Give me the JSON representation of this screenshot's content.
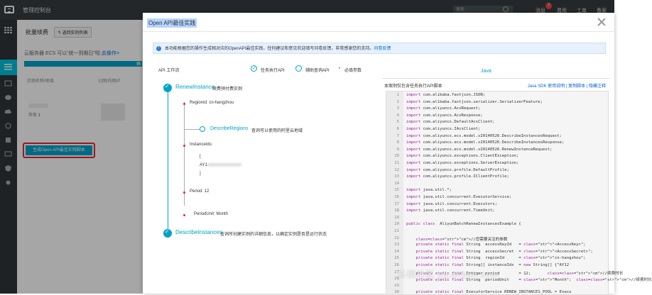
{
  "topbar": {
    "title": "管理控制台",
    "search_placeholder": "搜索",
    "badge": "7",
    "nav": [
      "消息",
      "费用",
      "工单",
      "备案"
    ]
  },
  "bg": {
    "tab": "批量续费",
    "back": "↰ 返回实例列表",
    "notice_prefix": "云服务器 ECS 可以“统一到期日”啦,",
    "notice_link": "去操作>",
    "bar_text": "确",
    "col1": "实例名称/地域",
    "col2": "公网/内网IP",
    "region": "华东 1",
    "gen_button": "生成Open API最佳实践脚本"
  },
  "modal": {
    "title": "Open API最佳实践",
    "info_text": "本功能根据您的操作生成相对应的OpenAPI最佳实践，任何建议和意见欢迎填写问卷反馈，非常感谢您的支持。",
    "info_link": "问卷反馈",
    "flow_label": "API 工作流",
    "legend": {
      "required": "任务执行API",
      "optional": "辅助查询API",
      "must": "必填参数"
    },
    "flow": {
      "renew_name": "RenewInstance",
      "renew_desc": "续费预付费实例",
      "region_param": "RegionId: cn-hangzhou",
      "describe_regions": "DescribeRegions",
      "describe_regions_desc": "查询可以使用的阿里云地域",
      "instance_ids": "InstanceIds:",
      "bracket_open": "[",
      "instance_id_value": "AY1",
      "bracket_close": "]",
      "period": "Period: 12",
      "period_unit": "PeriodUnit: Month",
      "describe_instances": "DescribeInstances",
      "describe_instances_desc": "查询所创建实例的详细信息，以确定实例是否是运行状态"
    },
    "code": {
      "tab": "Java",
      "title": "本案例仅包含任务执行API脚本",
      "links": [
        "Java SDK 使用说明",
        "复制脚本",
        "隐藏注释"
      ],
      "lines": [
        "import com.alibaba.fastjson.JSON;",
        "import com.alibaba.fastjson.serializer.SerializerFeature;",
        "import com.aliyuncs.AcsRequest;",
        "import com.aliyuncs.AcsResponse;",
        "import com.aliyuncs.DefaultAcsClient;",
        "import com.aliyuncs.IAcsClient;",
        "import com.aliyuncs.ecs.model.v20140526.DescribeInstancesRequest;",
        "import com.aliyuncs.ecs.model.v20140526.DescribeInstancesResponse;",
        "import com.aliyuncs.ecs.model.v20140526.RenewInstanceRequest;",
        "import com.aliyuncs.exceptions.ClientException;",
        "import com.aliyuncs.exceptions.ServerException;",
        "import com.aliyuncs.profile.DefaultProfile;",
        "import com.aliyuncs.profile.IClientProfile;",
        "",
        "import java.util.*;",
        "import java.util.concurrent.ExecutorService;",
        "import java.util.concurrent.Executors;",
        "import java.util.concurrent.TimeUnit;",
        "",
        "public class  AliyunBatchRenewInstancesExample {",
        "",
        "    //您需要关注的参数",
        "    private static final String  accessKeyId   = \"<AccessKey>\";",
        "    private static final String  accessSecret  = \"<AccessSecret>\";",
        "    private static final String  regionId      = \"cn-hangzhou\";",
        "    private static final String[] instanceIds  = new String[] {\"AY12",
        "    private static final Integer period        = 12;       //续费时长",
        "    private static final String  periodUnit    = \"Month\";  //续费时长",
        "",
        "    private static final ExecutorService RENEW_INSTANCES_POOL = Execu"
      ]
    }
  },
  "watermark": "云栖社区 yq.aliyun.com"
}
